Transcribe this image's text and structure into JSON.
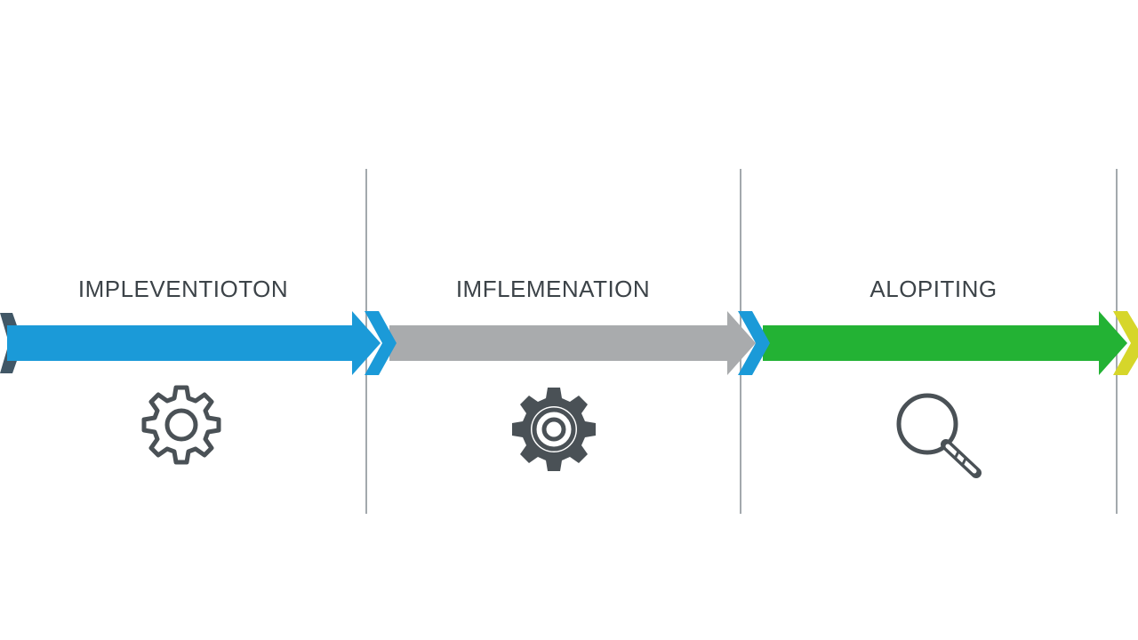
{
  "stages": [
    {
      "label": "IMPLEVENTIOTON",
      "color": "#1b9ad8",
      "icon": "gear-outline-icon"
    },
    {
      "label": "IMFLEMENATION",
      "color": "#a9abad",
      "icon": "gear-solid-icon"
    },
    {
      "label": "ALOPITING",
      "color": "#23b234",
      "icon": "magnifier-icon"
    }
  ],
  "colors": {
    "chevron_accent": "#1b9ad8",
    "end_chevron": "#d6d62a",
    "start_chevron": "#415766",
    "icon_color": "#4a5156",
    "divider": "#a3a9ad"
  }
}
